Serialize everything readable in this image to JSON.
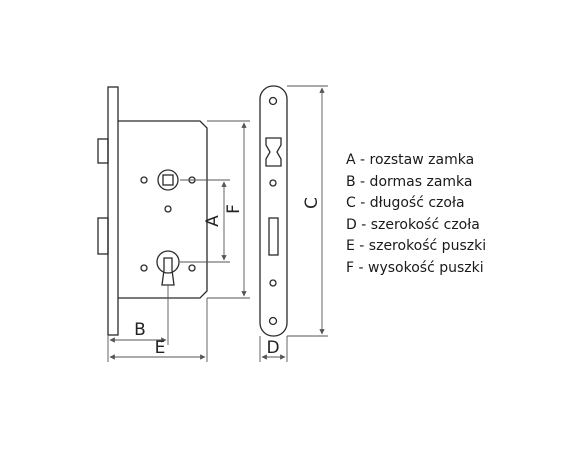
{
  "colors": {
    "stroke": "#2b2b2b",
    "dimension_line": "#555555",
    "text": "#1a1a1a"
  },
  "dimension_labels": {
    "a": "A",
    "b": "B",
    "c": "C",
    "d": "D",
    "e": "E",
    "f": "F"
  },
  "legend": [
    "A - rozstaw zamka",
    "B - dormas zamka",
    "C - długość czoła",
    "D - szerokość czoła",
    "E - szerokość puszki",
    "F - wysokość puszki"
  ]
}
